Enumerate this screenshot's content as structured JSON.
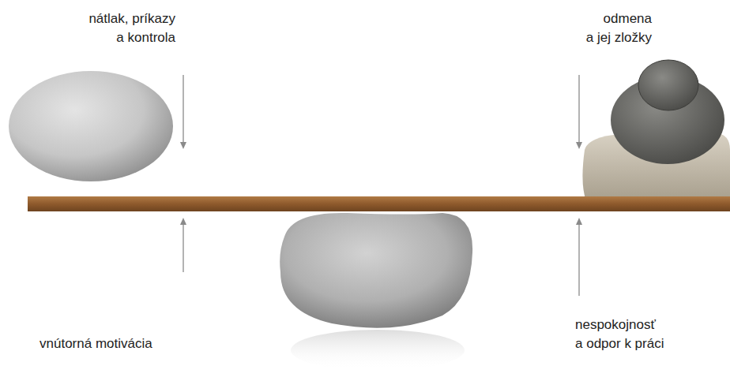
{
  "diagram": {
    "labels": [
      "nátlak, príkazy a kontrola",
      "odmena a jej zložky",
      "vnútorná motivácia",
      "nespokojnosť a odpor k práci"
    ]
  }
}
